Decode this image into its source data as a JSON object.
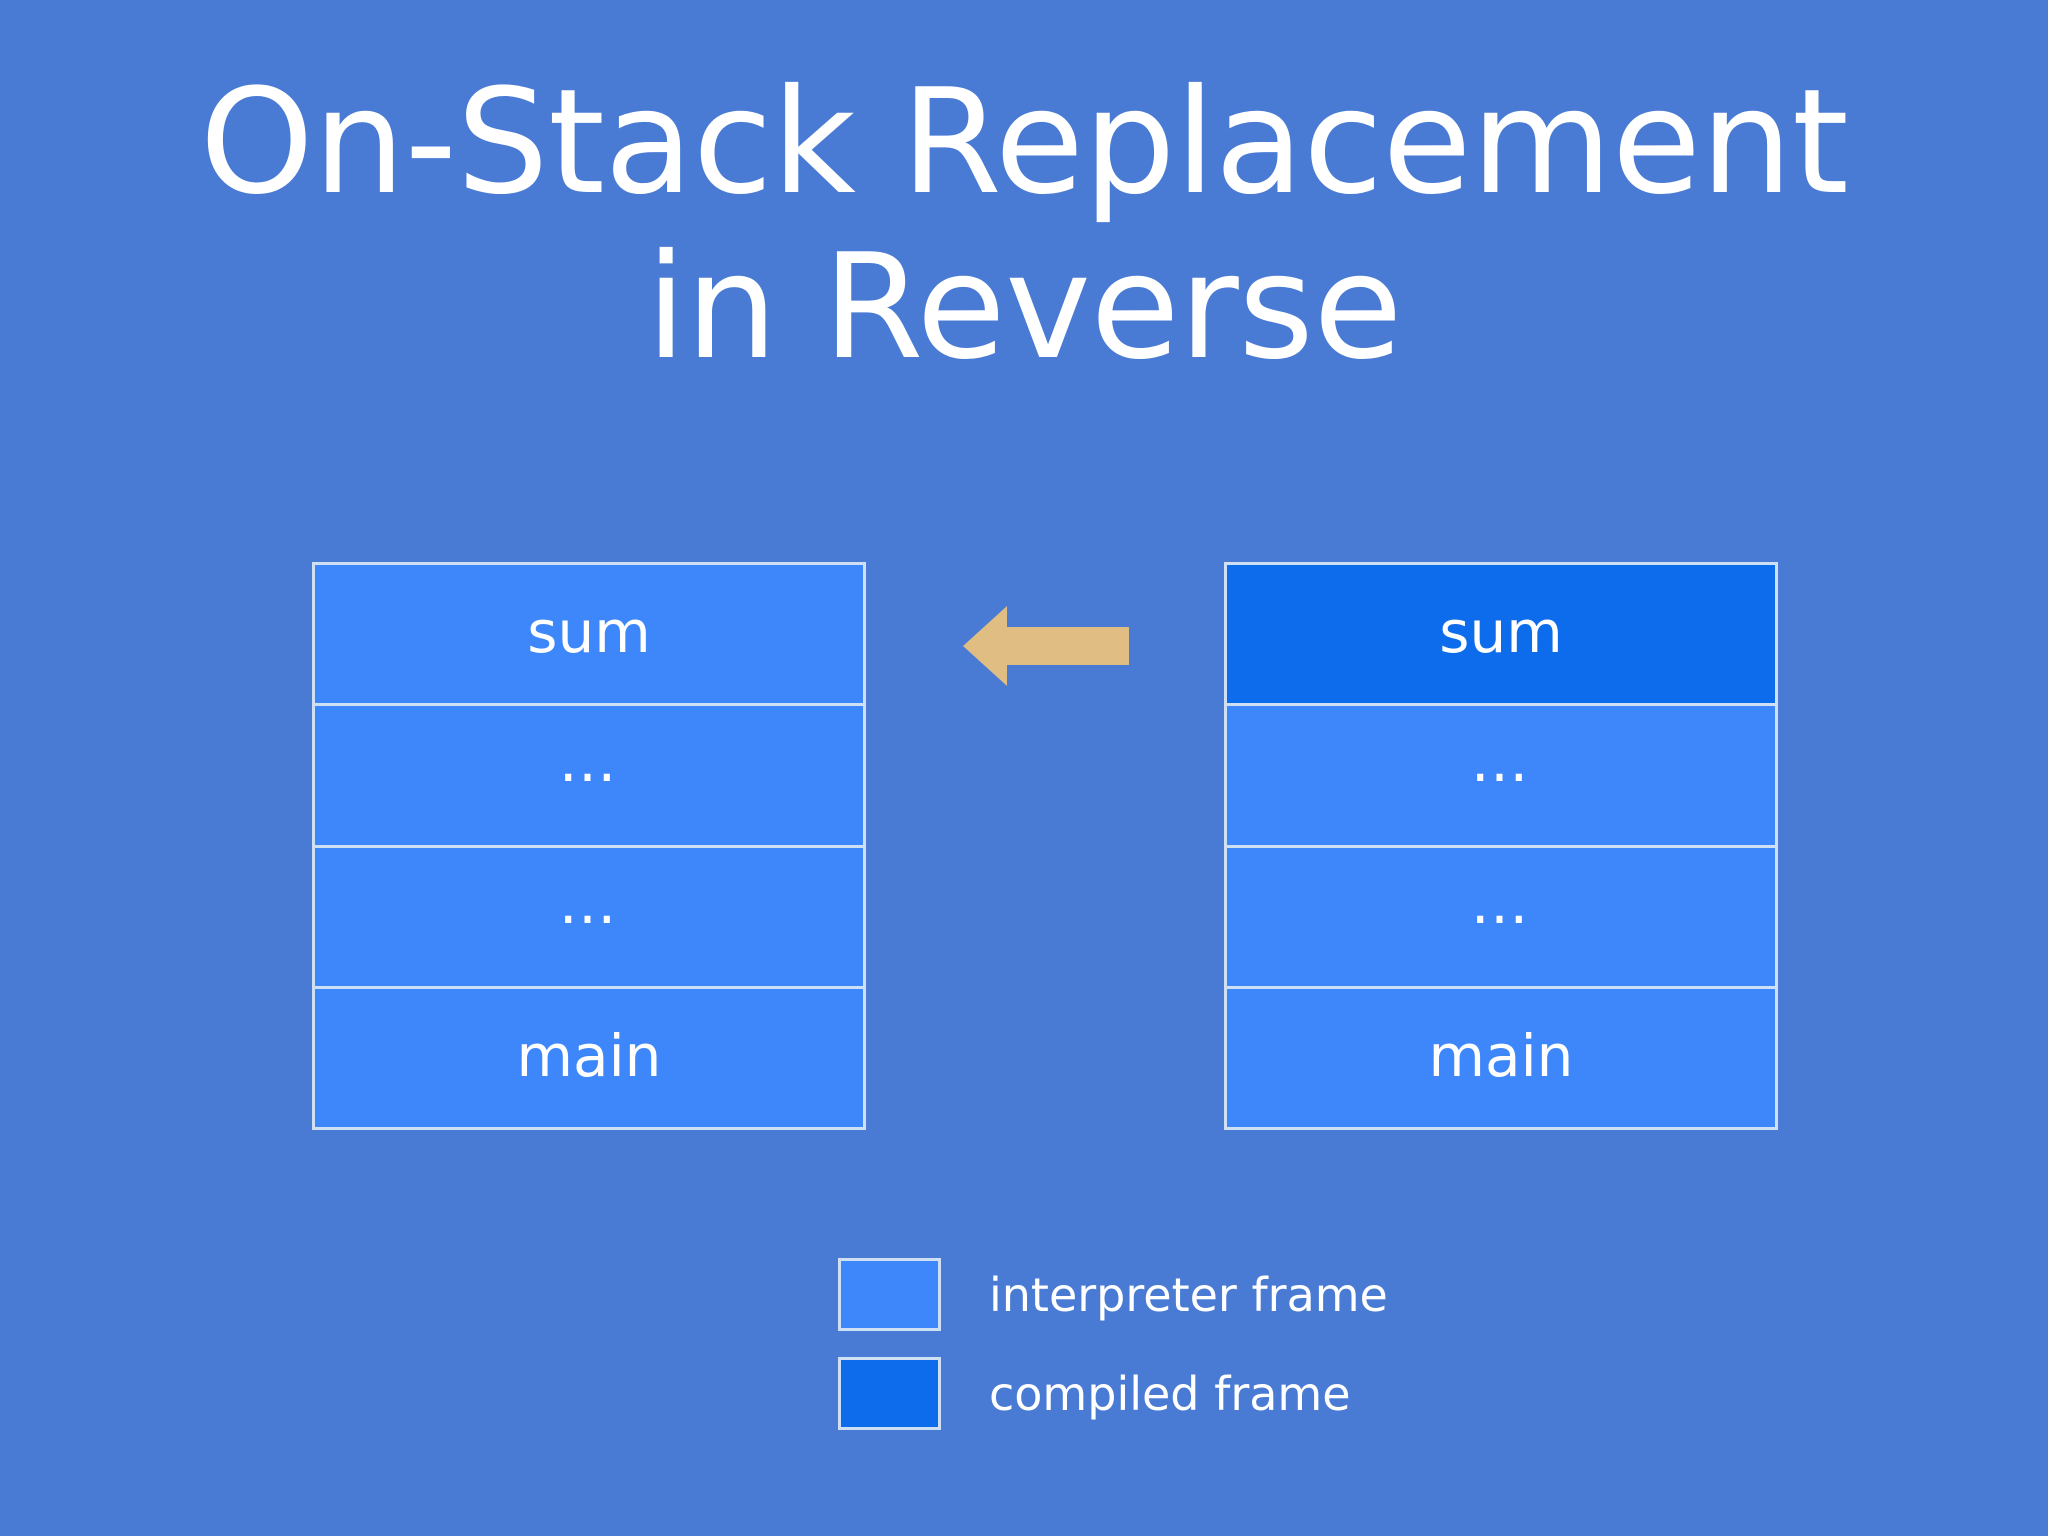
{
  "slide": {
    "background_color": "#4a7bd4",
    "title": {
      "line1": "On-Stack Replacement",
      "line2": "in Reverse"
    }
  },
  "colors": {
    "background": "#4a7bd4",
    "interpreter_frame": "#3d87fa",
    "compiled_frame": "#0d6cec",
    "frame_border": "#cfe0f5",
    "arrow": "#dfbd83",
    "text": "#ffffff"
  },
  "diagram": {
    "left_stack": {
      "name": "interpreter-only-stack",
      "frames": [
        {
          "label": "sum",
          "kind": "interpreter"
        },
        {
          "label": "…",
          "kind": "interpreter"
        },
        {
          "label": "…",
          "kind": "interpreter"
        },
        {
          "label": "main",
          "kind": "interpreter"
        }
      ]
    },
    "right_stack": {
      "name": "compiled-top-frame-stack",
      "frames": [
        {
          "label": "sum",
          "kind": "compiled"
        },
        {
          "label": "…",
          "kind": "interpreter"
        },
        {
          "label": "…",
          "kind": "interpreter"
        },
        {
          "label": "main",
          "kind": "interpreter"
        }
      ]
    },
    "arrow": {
      "direction": "left",
      "color": "#dfbd83"
    }
  },
  "legend": {
    "items": [
      {
        "label": "interpreter frame",
        "kind": "interpreter",
        "color": "#3d87fa"
      },
      {
        "label": "compiled frame",
        "kind": "compiled",
        "color": "#0d6cec"
      }
    ]
  }
}
